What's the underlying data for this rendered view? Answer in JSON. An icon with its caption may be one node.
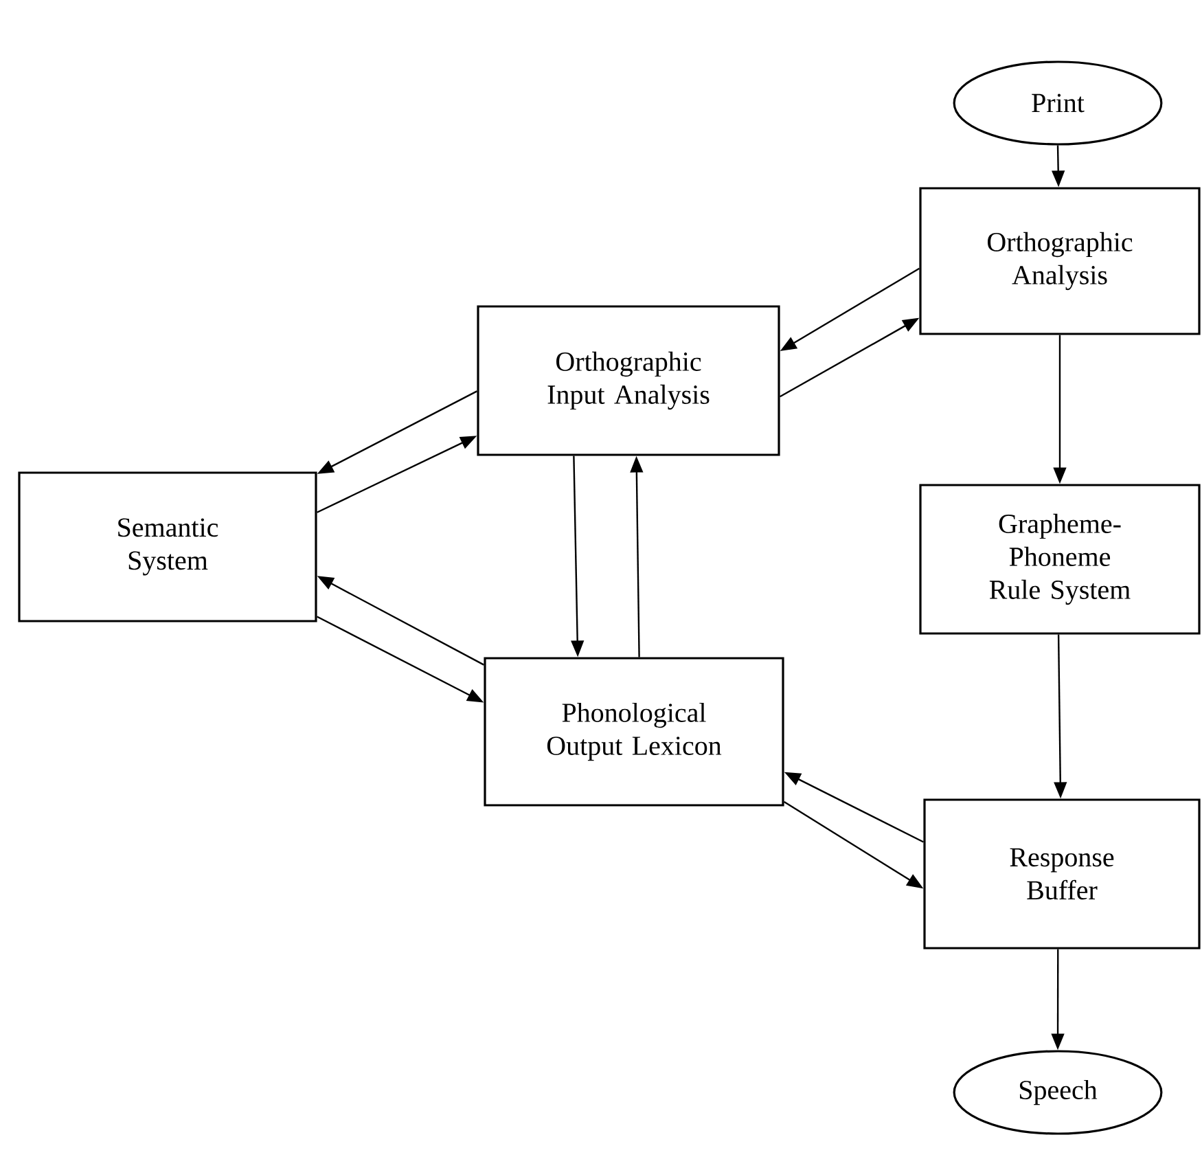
{
  "diagram": {
    "nodes": [
      {
        "text": [
          "Print"
        ]
      },
      {
        "text": [
          "Orthographic Analysis"
        ]
      },
      {
        "text": [
          "Orthographic Input Analysis"
        ]
      },
      {
        "text": [
          "Semantic System"
        ]
      },
      {
        "text": [
          "Grapheme-Phoneme Rule System"
        ]
      },
      {
        "text": [
          "Phonological Output Lexicon"
        ]
      },
      {
        "text": [
          "Response Buffer"
        ]
      },
      {
        "text": [
          "Speech"
        ]
      }
    ],
    "edges": [
      {
        "from": 0,
        "to": 1,
        "arrow": "to"
      },
      {
        "from": 1,
        "to": 2,
        "arrow": "to"
      },
      {
        "from": 2,
        "to": 1,
        "arrow": "to"
      },
      {
        "from": 2,
        "to": 3,
        "arrow": "to"
      },
      {
        "from": 3,
        "to": 2,
        "arrow": "to"
      },
      {
        "from": 5,
        "to": 3,
        "arrow": "to"
      },
      {
        "from": 3,
        "to": 5,
        "arrow": "to"
      },
      {
        "from": 2,
        "to": 5,
        "arrow": "to"
      },
      {
        "from": 5,
        "to": 2,
        "arrow": "to"
      },
      {
        "from": 1,
        "to": 4,
        "arrow": "to"
      },
      {
        "from": 4,
        "to": 6,
        "arrow": "to"
      },
      {
        "from": 6,
        "to": 5,
        "arrow": "to"
      },
      {
        "from": 5,
        "to": 6,
        "arrow": "to"
      },
      {
        "from": 6,
        "to": 7,
        "arrow": "to"
      }
    ]
  }
}
